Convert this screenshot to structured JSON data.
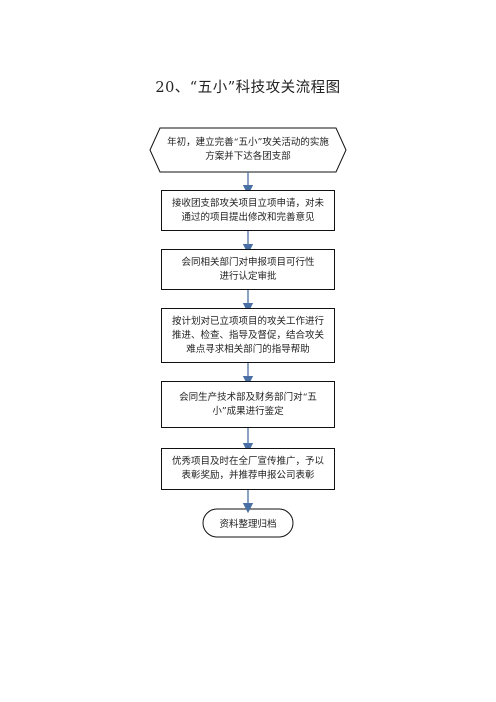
{
  "title": "20、“五小”科技攻关流程图",
  "steps": {
    "start": "年初，建立完善“五小”攻关活动的实施方案并下达各团支部",
    "step1": "接收团支部攻关项目立项申请，对未通过的项目提出修改和完善意见",
    "step2": "会同相关部门对申报项目可行性进行认定审批",
    "step3": "按计划对已立项项目的攻关工作进行推进、检查、指导及督促，结合攻关难点寻求相关部门的指导帮助",
    "step4": "会同生产技术部及财务部门对“五小”成果进行鉴定",
    "step5": "优秀项目及时在全厂宣传推广，予以表彰奖励，并推荐申报公司表彰",
    "end": "资料整理归档"
  },
  "colors": {
    "arrow": "#4a6fa5",
    "border": "#111111"
  }
}
